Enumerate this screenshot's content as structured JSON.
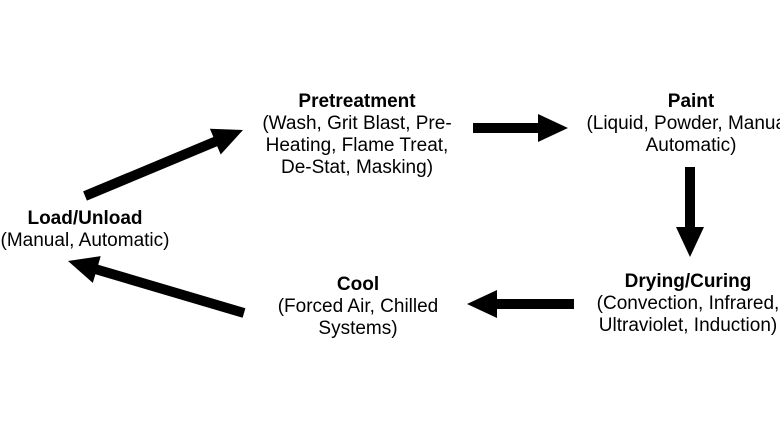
{
  "diagram": {
    "background_color": "#ffffff",
    "text_color": "#000000",
    "arrow_color": "#000000",
    "nodes": [
      {
        "id": "load-unload",
        "title": "Load/Unload",
        "lines": [
          "(Manual, Automatic)"
        ]
      },
      {
        "id": "pretreatment",
        "title": "Pretreatment",
        "lines": [
          "(Wash, Grit Blast, Pre-",
          "Heating, Flame Treat,",
          "De-Stat, Masking)"
        ]
      },
      {
        "id": "paint",
        "title": "Paint",
        "lines": [
          "(Liquid, Powder, Manual,",
          "Automatic)"
        ]
      },
      {
        "id": "drying-curing",
        "title": "Drying/Curing",
        "lines": [
          "(Convection, Infrared,",
          "Ultraviolet, Induction)"
        ]
      },
      {
        "id": "cool",
        "title": "Cool",
        "lines": [
          "(Forced Air, Chilled",
          "Systems)"
        ]
      }
    ],
    "arrows": [
      {
        "from": "load-unload",
        "to": "pretreatment"
      },
      {
        "from": "pretreatment",
        "to": "paint"
      },
      {
        "from": "paint",
        "to": "drying-curing"
      },
      {
        "from": "drying-curing",
        "to": "cool"
      },
      {
        "from": "cool",
        "to": "load-unload"
      }
    ]
  }
}
